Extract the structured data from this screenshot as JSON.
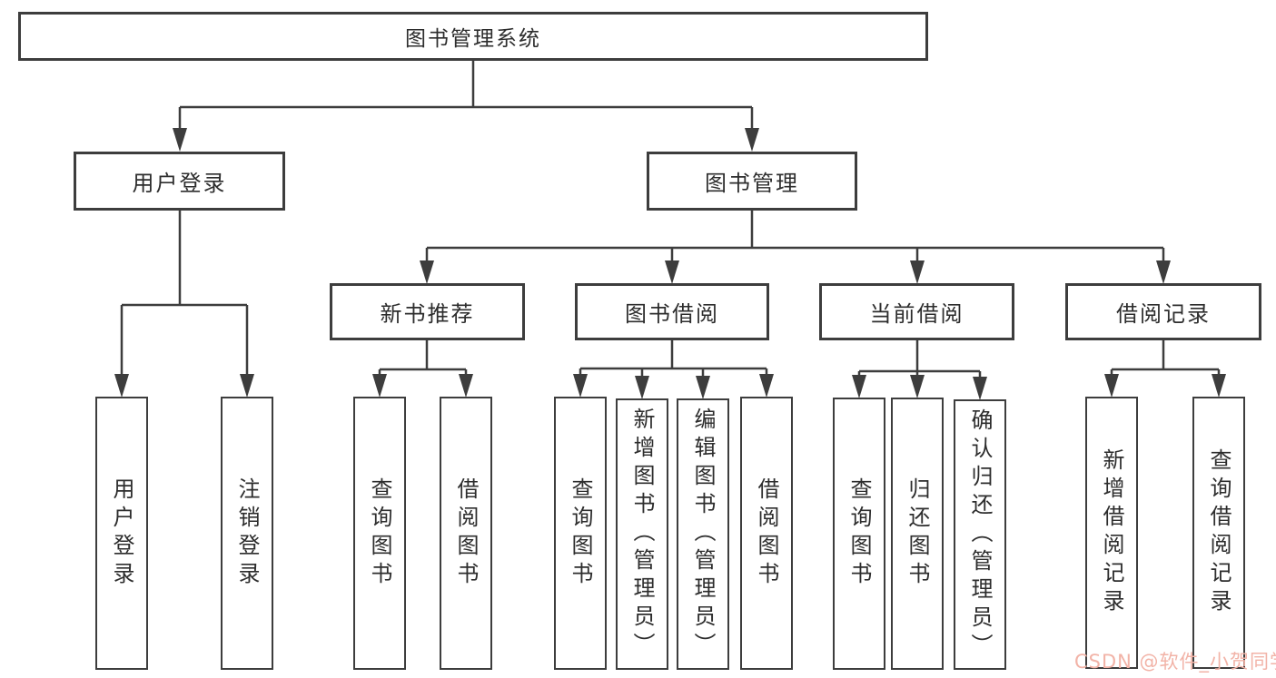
{
  "diagram": {
    "type": "tree",
    "tree": {
      "root": {
        "label": "图书管理系统",
        "children": [
          {
            "label": "用户登录",
            "children": [
              {
                "label": "用户登录"
              },
              {
                "label": "注销登录"
              }
            ]
          },
          {
            "label": "图书管理",
            "children": [
              {
                "label": "新书推荐",
                "children": [
                  {
                    "label": "查询图书"
                  },
                  {
                    "label": "借阅图书"
                  }
                ]
              },
              {
                "label": "图书借阅",
                "children": [
                  {
                    "label": "查询图书"
                  },
                  {
                    "label": "新增图书（管理员）"
                  },
                  {
                    "label": "编辑图书（管理员）"
                  },
                  {
                    "label": "借阅图书"
                  }
                ]
              },
              {
                "label": "当前借阅",
                "children": [
                  {
                    "label": "查询图书"
                  },
                  {
                    "label": "归还图书"
                  },
                  {
                    "label": "确认归还（管理员）"
                  }
                ]
              },
              {
                "label": "借阅记录",
                "children": [
                  {
                    "label": "新增借阅记录"
                  },
                  {
                    "label": "查询借阅记录"
                  }
                ]
              }
            ]
          }
        ]
      }
    },
    "colors": {
      "line": "#3d3d3d",
      "box_border": "#3d3d3d",
      "text": "#2d2d2d",
      "background": "#ffffff",
      "watermark_text": "#f2b3a7"
    }
  },
  "watermark": {
    "text": "CSDN @软件_小贺同学"
  }
}
